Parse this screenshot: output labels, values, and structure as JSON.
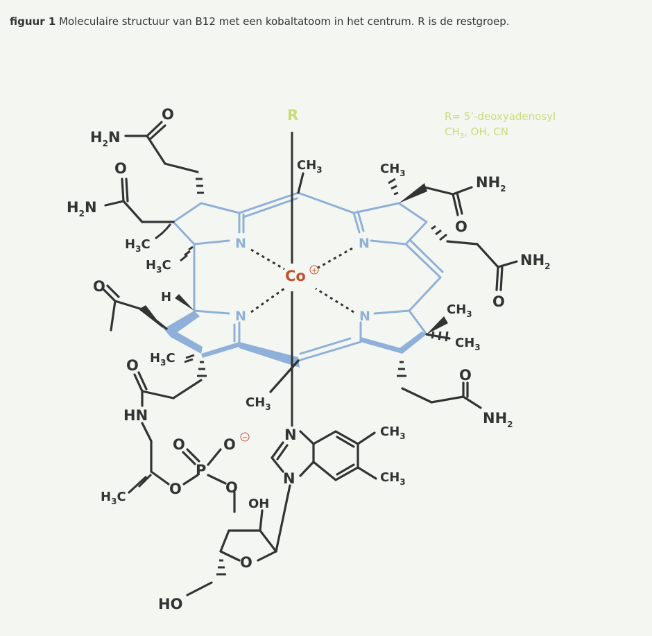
{
  "caption": {
    "label": "figuur 1",
    "text": "Moleculaire structuur van B12 met een kobaltatoom in het centrum. R is de restgroep."
  },
  "legend": {
    "line1": "R= 5’-deoxyadenosyl",
    "line2_a": "CH",
    "line2_sub": "3",
    "line2_b": ", OH, CN"
  },
  "atoms": {
    "r": "R",
    "co": "Co",
    "co_charge": "+",
    "o": "O",
    "o_minus": "−",
    "n": "N",
    "h": "H",
    "p": "P",
    "hn": "HN",
    "oh": "OH",
    "ho": "HO",
    "h2n_h": "H",
    "h2n_sub": "2",
    "h2n_n": "N",
    "nh2_nh": "NH",
    "nh2_sub": "2",
    "ch3_ch": "CH",
    "ch3_sub": "3",
    "h3c_h": "H",
    "h3c_sub": "3",
    "h3c_c": "C"
  },
  "colors": {
    "bond": "#333333",
    "ring": "#8fb0d8",
    "cobalt": "#c0522c",
    "restgroup": "#c6dd7a",
    "background": "#f4f6f2"
  }
}
